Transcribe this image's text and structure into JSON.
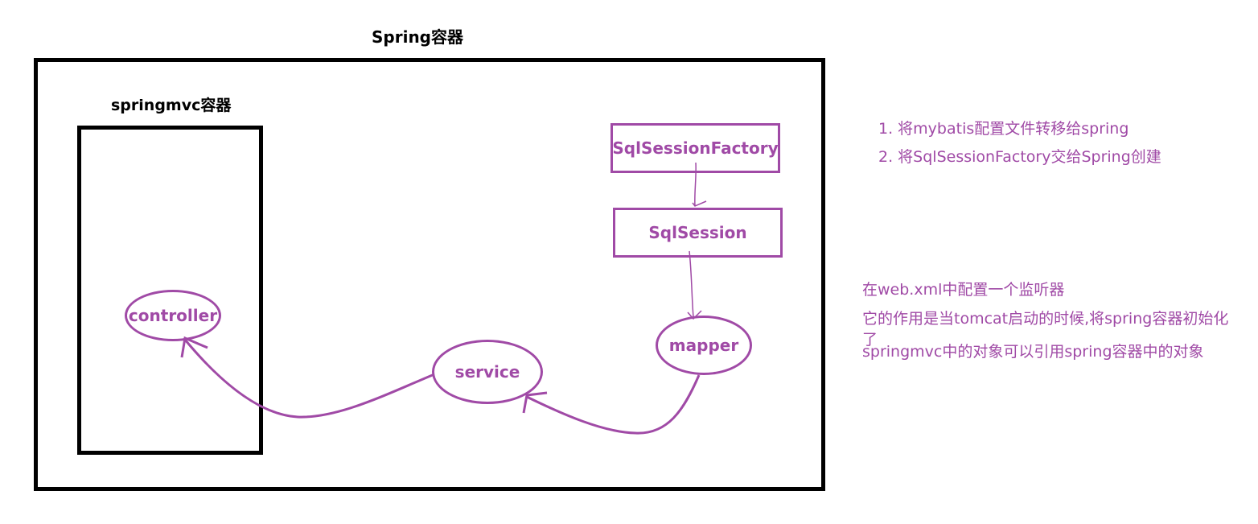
{
  "containers": {
    "spring_label": "Spring容器",
    "springmvc_label": "springmvc容器"
  },
  "components": {
    "sql_session_factory": "SqlSessionFactory",
    "sql_session": "SqlSession",
    "controller": "controller",
    "service": "service",
    "mapper": "mapper"
  },
  "notes": {
    "step1": "1. 将mybatis配置文件转移给spring",
    "step2": "2. 将SqlSessionFactory交给Spring创建",
    "listener_line1": "在web.xml中配置一个监听器",
    "listener_line2": "它的作用是当tomcat启动的时候,将spring容器初始化",
    "listener_line3": "了",
    "listener_line4": "springmvc中的对象可以引用spring容器中的对象"
  },
  "colors": {
    "accent": "#a04aa6",
    "outline": "#000000",
    "background": "#ffffff"
  }
}
